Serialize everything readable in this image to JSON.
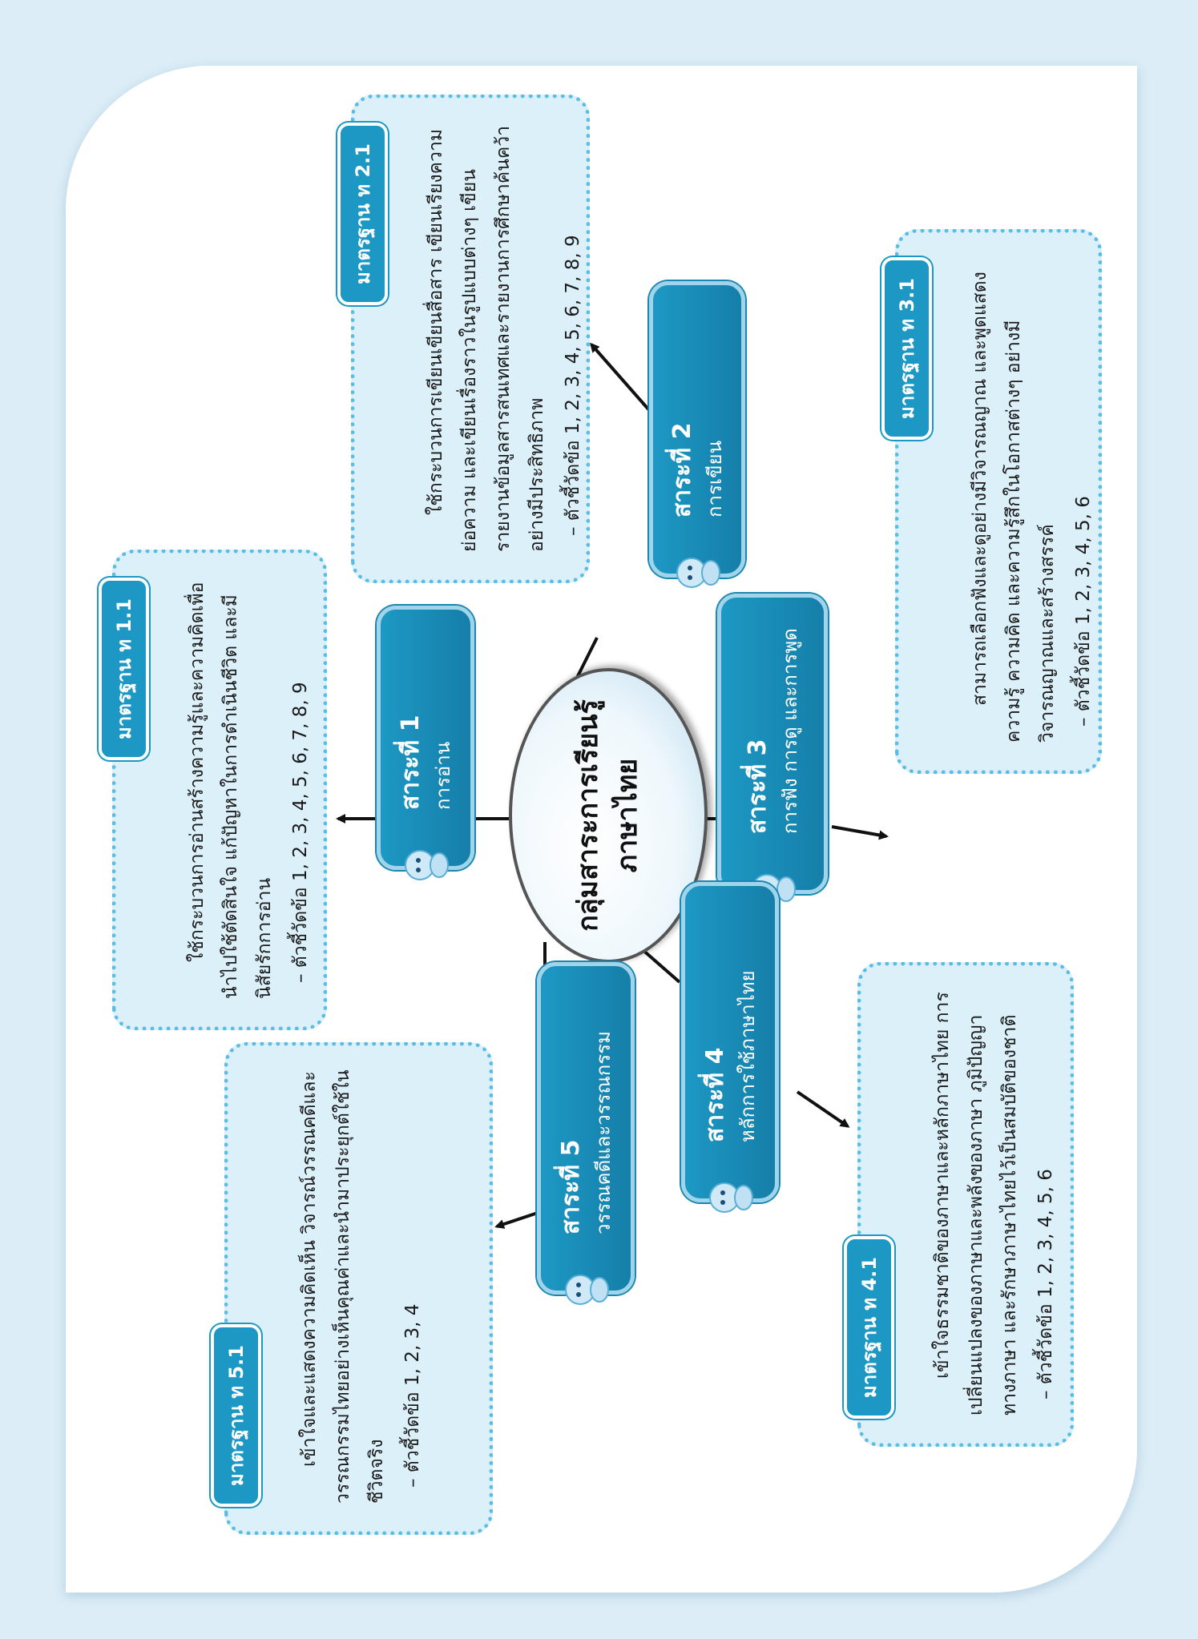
{
  "center": {
    "line1": "กลุ่มสาระการเรียนรู้",
    "line2": "ภาษาไทย"
  },
  "strands": [
    {
      "title": "สาระที่ 1",
      "sub": "การอ่าน"
    },
    {
      "title": "สาระที่ 2",
      "sub": "การเขียน"
    },
    {
      "title": "สาระที่ 3",
      "sub": "การฟัง    การดู  และการพูด"
    },
    {
      "title": "สาระที่ 4",
      "sub": "หลักการใช้ภาษาไทย"
    },
    {
      "title": "สาระที่ 5",
      "sub": "วรรณคดีและวรรณกรรม"
    }
  ],
  "standards": [
    {
      "badge": "มาตรฐาน ท 1.1",
      "description": "ใช้กระบวนการอ่านสร้างความรู้และความคิดเพื่อนำไปใช้ตัดสินใจ แก้ปัญหาในการดำเนินชีวิต และมีนิสัยรักการอ่าน",
      "indicators": "–  ตัวชี้วัดข้อ 1, 2, 3, 4, 5, 6, 7, 8, 9"
    },
    {
      "badge": "มาตรฐาน ท 2.1",
      "description": "ใช้กระบวนการเขียนเขียนสื่อสาร เขียนเรียงความ ย่อความ และเขียนเรื่องราวในรูปแบบต่างๆ เขียนรายงานข้อมูลสารสนเทศและรายงานการศึกษาค้นคว้าอย่างมีประสิทธิภาพ",
      "indicators": "–  ตัวชี้วัดข้อ 1, 2, 3, 4, 5, 6, 7, 8, 9"
    },
    {
      "badge": "มาตรฐาน ท 3.1",
      "description": "สามารถเลือกฟังและดูอย่างมีวิจารณญาณ และพูดแสดงความรู้ ความคิด และความรู้สึกในโอกาสต่างๆ อย่างมีวิจารณญาณและสร้างสรรค์",
      "indicators": "–  ตัวชี้วัดข้อ 1, 2, 3, 4, 5, 6"
    },
    {
      "badge": "มาตรฐาน ท 4.1",
      "description": "เข้าใจธรรมชาติของภาษาและหลักภาษาไทย การเปลี่ยนแปลงของภาษาและพลังของภาษา ภูมิปัญญาทางภาษา และรักษาภาษาไทยไว้เป็นสมบัติของชาติ",
      "indicators": "–  ตัวชี้วัดข้อ 1, 2, 3, 4, 5, 6"
    },
    {
      "badge": "มาตรฐาน ท 5.1",
      "description": "เข้าใจและแสดงความคิดเห็น วิจารณ์วรรณคดีและวรรณกรรมไทยอย่างเห็นคุณค่าและนำมาประยุกต์ใช้ในชีวิตจริง",
      "indicators": "–  ตัวชี้วัดข้อ 1, 2, 3, 4"
    }
  ],
  "colors": {
    "strand_fill": "#1d98c4",
    "standard_fill": "#dcf0fa",
    "standard_border": "#5bbde3",
    "background": "#dcedf7"
  }
}
